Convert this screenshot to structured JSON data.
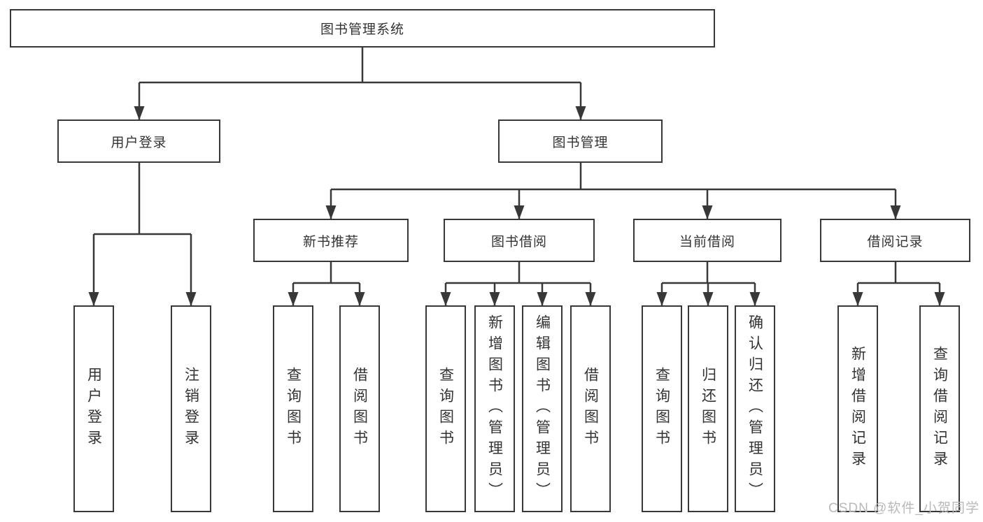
{
  "diagram_type": "hierarchy-tree",
  "colors": {
    "line": "#383838",
    "box_border": "#383838",
    "text": "#333333",
    "watermark": "#b9b9b9",
    "background": "#ffffff"
  },
  "tree": {
    "label": "图书管理系统",
    "children": [
      {
        "label": "用户登录",
        "children": [
          {
            "label": "用户登录"
          },
          {
            "label": "注销登录"
          }
        ]
      },
      {
        "label": "图书管理",
        "children": [
          {
            "label": "新书推荐",
            "children": [
              {
                "label": "查询图书"
              },
              {
                "label": "借阅图书"
              }
            ]
          },
          {
            "label": "图书借阅",
            "children": [
              {
                "label": "查询图书"
              },
              {
                "label": "新增图书（管理员）"
              },
              {
                "label": "编辑图书（管理员）"
              },
              {
                "label": "借阅图书"
              }
            ]
          },
          {
            "label": "当前借阅",
            "children": [
              {
                "label": "查询图书"
              },
              {
                "label": "归还图书"
              },
              {
                "label": "确认归还（管理员）"
              }
            ]
          },
          {
            "label": "借阅记录",
            "children": [
              {
                "label": "新增借阅记录"
              },
              {
                "label": "查询借阅记录"
              }
            ]
          }
        ]
      }
    ]
  },
  "watermark": "CSDN @软件_小贺同学"
}
